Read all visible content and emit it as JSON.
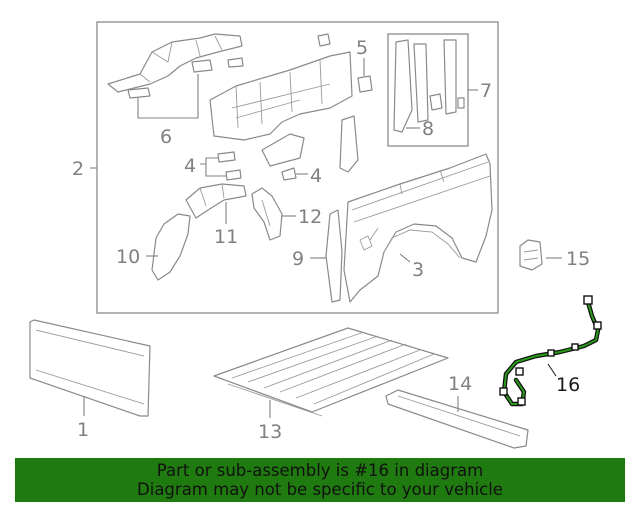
{
  "diagram": {
    "callouts": {
      "c1": "1",
      "c2": "2",
      "c3": "3",
      "c4a": "4",
      "c4b": "4",
      "c5": "5",
      "c6": "6",
      "c7": "7",
      "c8": "8",
      "c9": "9",
      "c10": "10",
      "c11": "11",
      "c12": "12",
      "c13": "13",
      "c14": "14",
      "c15": "15",
      "c16": "16"
    },
    "highlight_color": "#1f7a0f"
  },
  "banner": {
    "line1": "Part or sub-assembly is #16 in diagram",
    "line2": "Diagram may not be specific to your vehicle",
    "background": "#1f7a0f"
  }
}
